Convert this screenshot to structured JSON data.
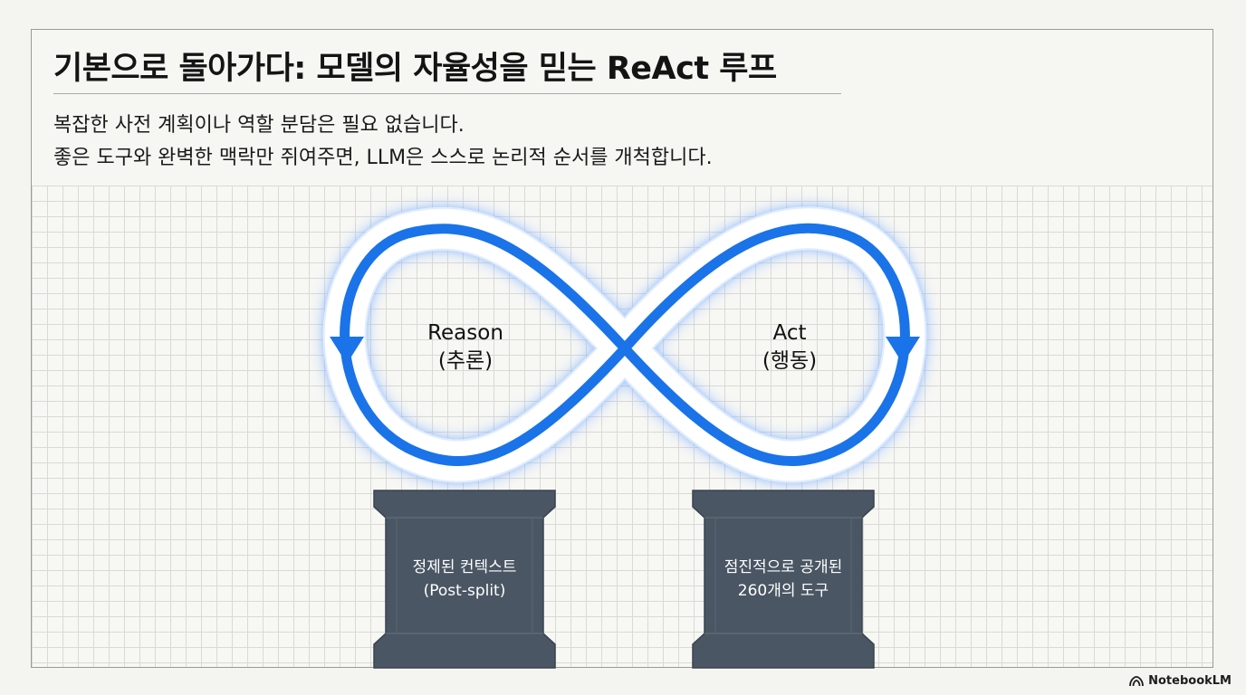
{
  "slide": {
    "title": "기본으로 돌아가다: 모델의 자율성을 믿는 ReAct 루프",
    "subtitle_lines": [
      "복잡한 사전 계획이나 역할 분담은 필요 없습니다.",
      "좋은 도구와 완벽한 맥락만 쥐여주면, LLM은 스스로 논리적 순서를 개척합니다."
    ]
  },
  "loop": {
    "left_label": [
      "Reason",
      "(추론)"
    ],
    "right_label": [
      "Act",
      "(행동)"
    ],
    "arrow_color": "#1a73e8",
    "glow_color": "#8ab8ff"
  },
  "pillars": [
    {
      "lines": [
        "정제된 컨텍스트",
        "(Post-split)"
      ]
    },
    {
      "lines": [
        "점진적으로 공개된",
        "260개의 도구"
      ]
    }
  ],
  "colors": {
    "pillar": "#4a5663",
    "pillar_edge": "#39434e"
  },
  "brand": {
    "name": "NotebookLM",
    "icon": "notebooklm-logo-icon"
  }
}
